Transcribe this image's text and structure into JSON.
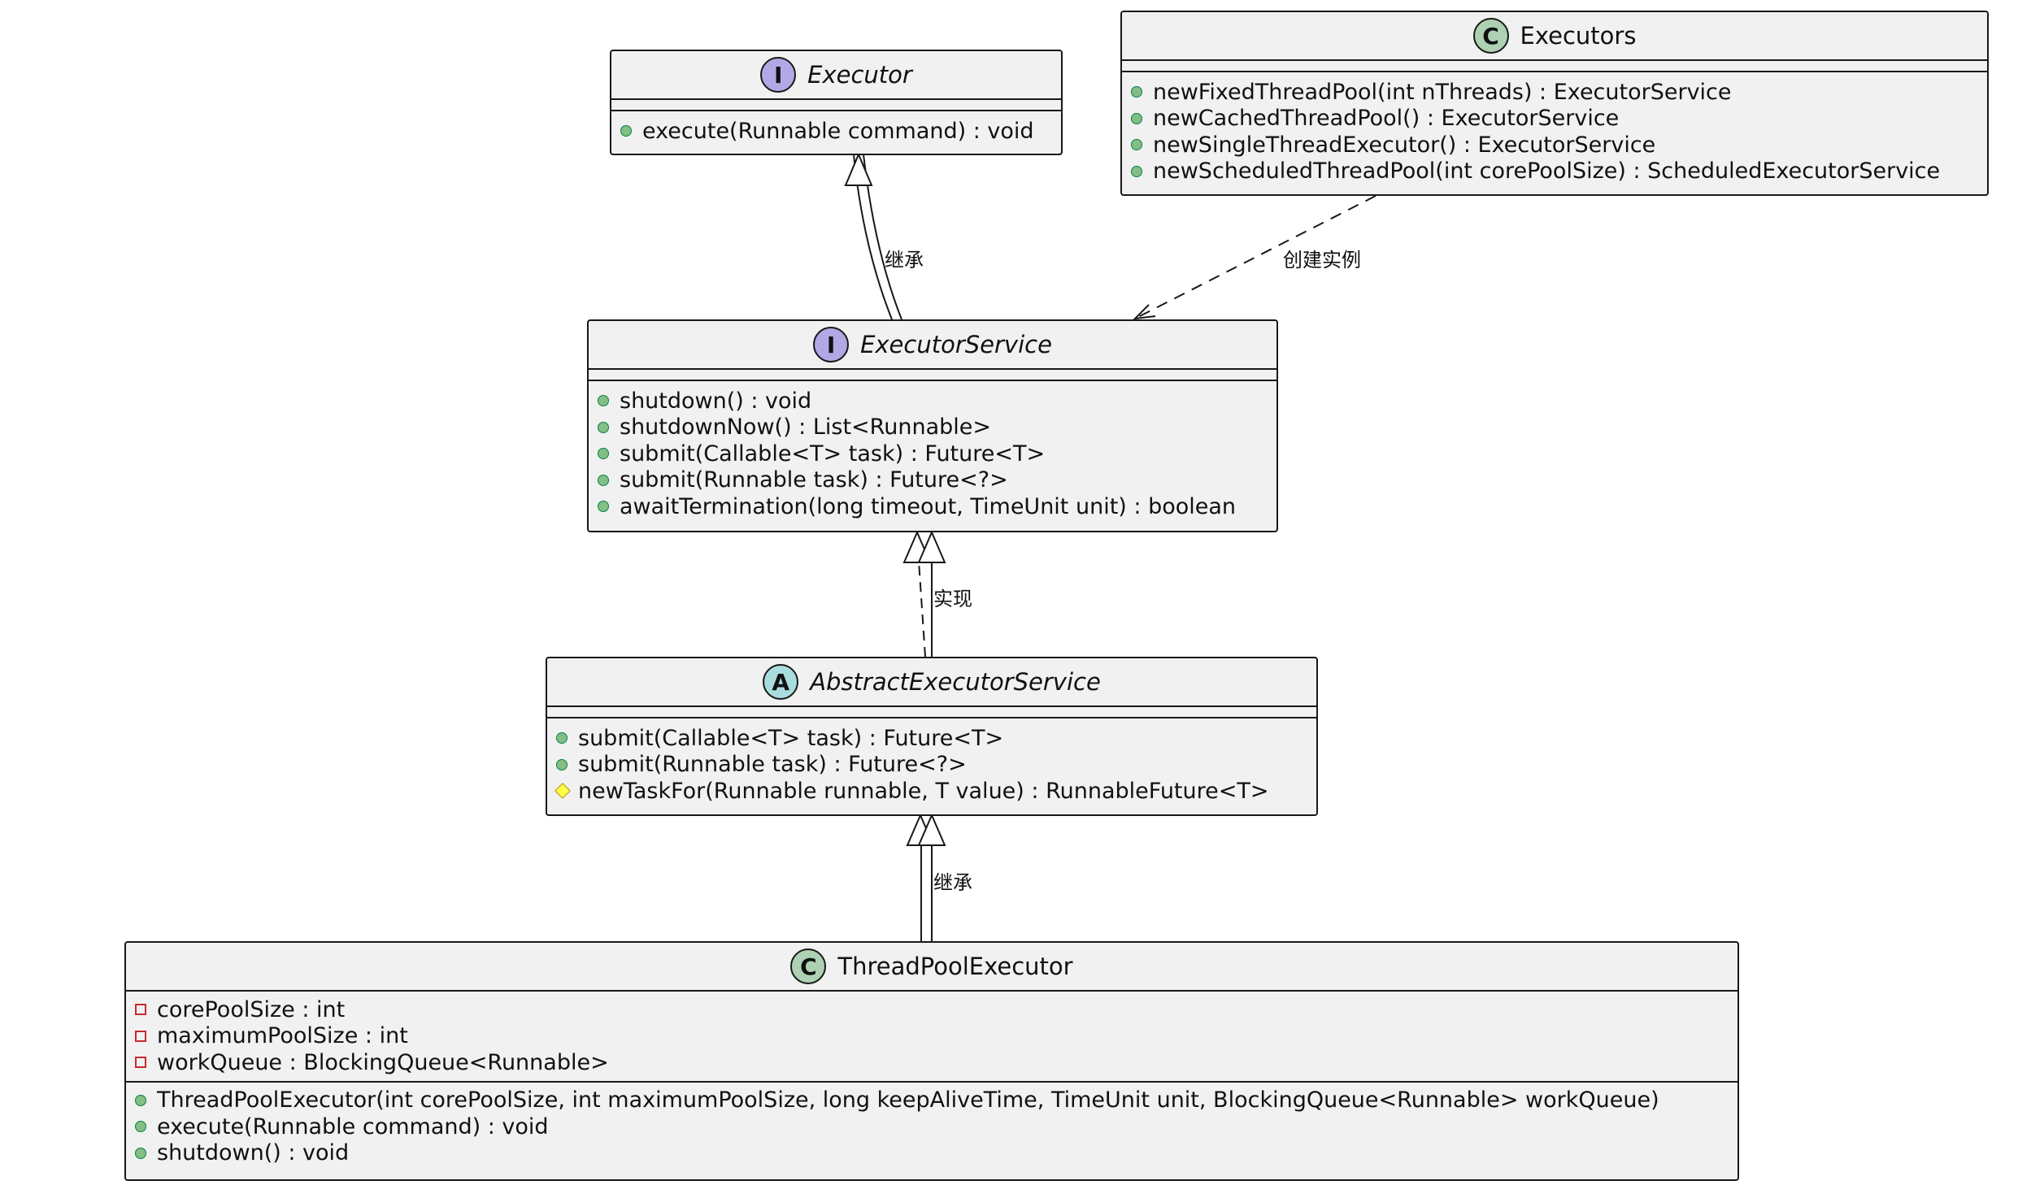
{
  "classes": {
    "executor": {
      "name": "Executor",
      "stereotype_icon": "I",
      "methods": [
        {
          "visibility": "public",
          "text": "execute(Runnable command) : void"
        }
      ]
    },
    "executors": {
      "name": "Executors",
      "stereotype_icon": "C",
      "methods": [
        {
          "visibility": "public",
          "text": "newFixedThreadPool(int nThreads) : ExecutorService"
        },
        {
          "visibility": "public",
          "text": "newCachedThreadPool() : ExecutorService"
        },
        {
          "visibility": "public",
          "text": "newSingleThreadExecutor() : ExecutorService"
        },
        {
          "visibility": "public",
          "text": "newScheduledThreadPool(int corePoolSize) : ScheduledExecutorService"
        }
      ]
    },
    "executor_service": {
      "name": "ExecutorService",
      "stereotype_icon": "I",
      "methods": [
        {
          "visibility": "public",
          "text": "shutdown() : void"
        },
        {
          "visibility": "public",
          "text": "shutdownNow() : List<Runnable>"
        },
        {
          "visibility": "public",
          "text": "submit(Callable<T> task) : Future<T>"
        },
        {
          "visibility": "public",
          "text": "submit(Runnable task) : Future<?>"
        },
        {
          "visibility": "public",
          "text": "awaitTermination(long timeout, TimeUnit unit) : boolean"
        }
      ]
    },
    "abstract_executor_service": {
      "name": "AbstractExecutorService",
      "stereotype_icon": "A",
      "methods": [
        {
          "visibility": "public",
          "text": "submit(Callable<T> task) : Future<T>"
        },
        {
          "visibility": "public",
          "text": "submit(Runnable task) : Future<?>"
        },
        {
          "visibility": "protected",
          "text": "newTaskFor(Runnable runnable, T value) : RunnableFuture<T>"
        }
      ]
    },
    "thread_pool_executor": {
      "name": "ThreadPoolExecutor",
      "stereotype_icon": "C",
      "fields": [
        {
          "visibility": "private",
          "text": "corePoolSize : int"
        },
        {
          "visibility": "private",
          "text": "maximumPoolSize : int"
        },
        {
          "visibility": "private",
          "text": "workQueue : BlockingQueue<Runnable>"
        }
      ],
      "methods": [
        {
          "visibility": "public",
          "text": "ThreadPoolExecutor(int corePoolSize, int maximumPoolSize, long keepAliveTime, TimeUnit unit, BlockingQueue<Runnable> workQueue)"
        },
        {
          "visibility": "public",
          "text": "execute(Runnable command) : void"
        },
        {
          "visibility": "public",
          "text": "shutdown() : void"
        }
      ]
    }
  },
  "relations": {
    "executor_service_extends_executor": "继承",
    "executors_creates_executor_service": "创建实例",
    "abstract_implements_executor_service": "实现",
    "thread_pool_extends_abstract": "继承"
  },
  "colors": {
    "box_fill": "#f1f1f1",
    "border": "#181818",
    "interface_icon": "#b4a7e5",
    "class_icon": "#add1b2",
    "abstract_icon": "#a9dcdf",
    "public_marker": "#84be84",
    "private_marker": "#c82930",
    "protected_marker": "#ffff44"
  }
}
